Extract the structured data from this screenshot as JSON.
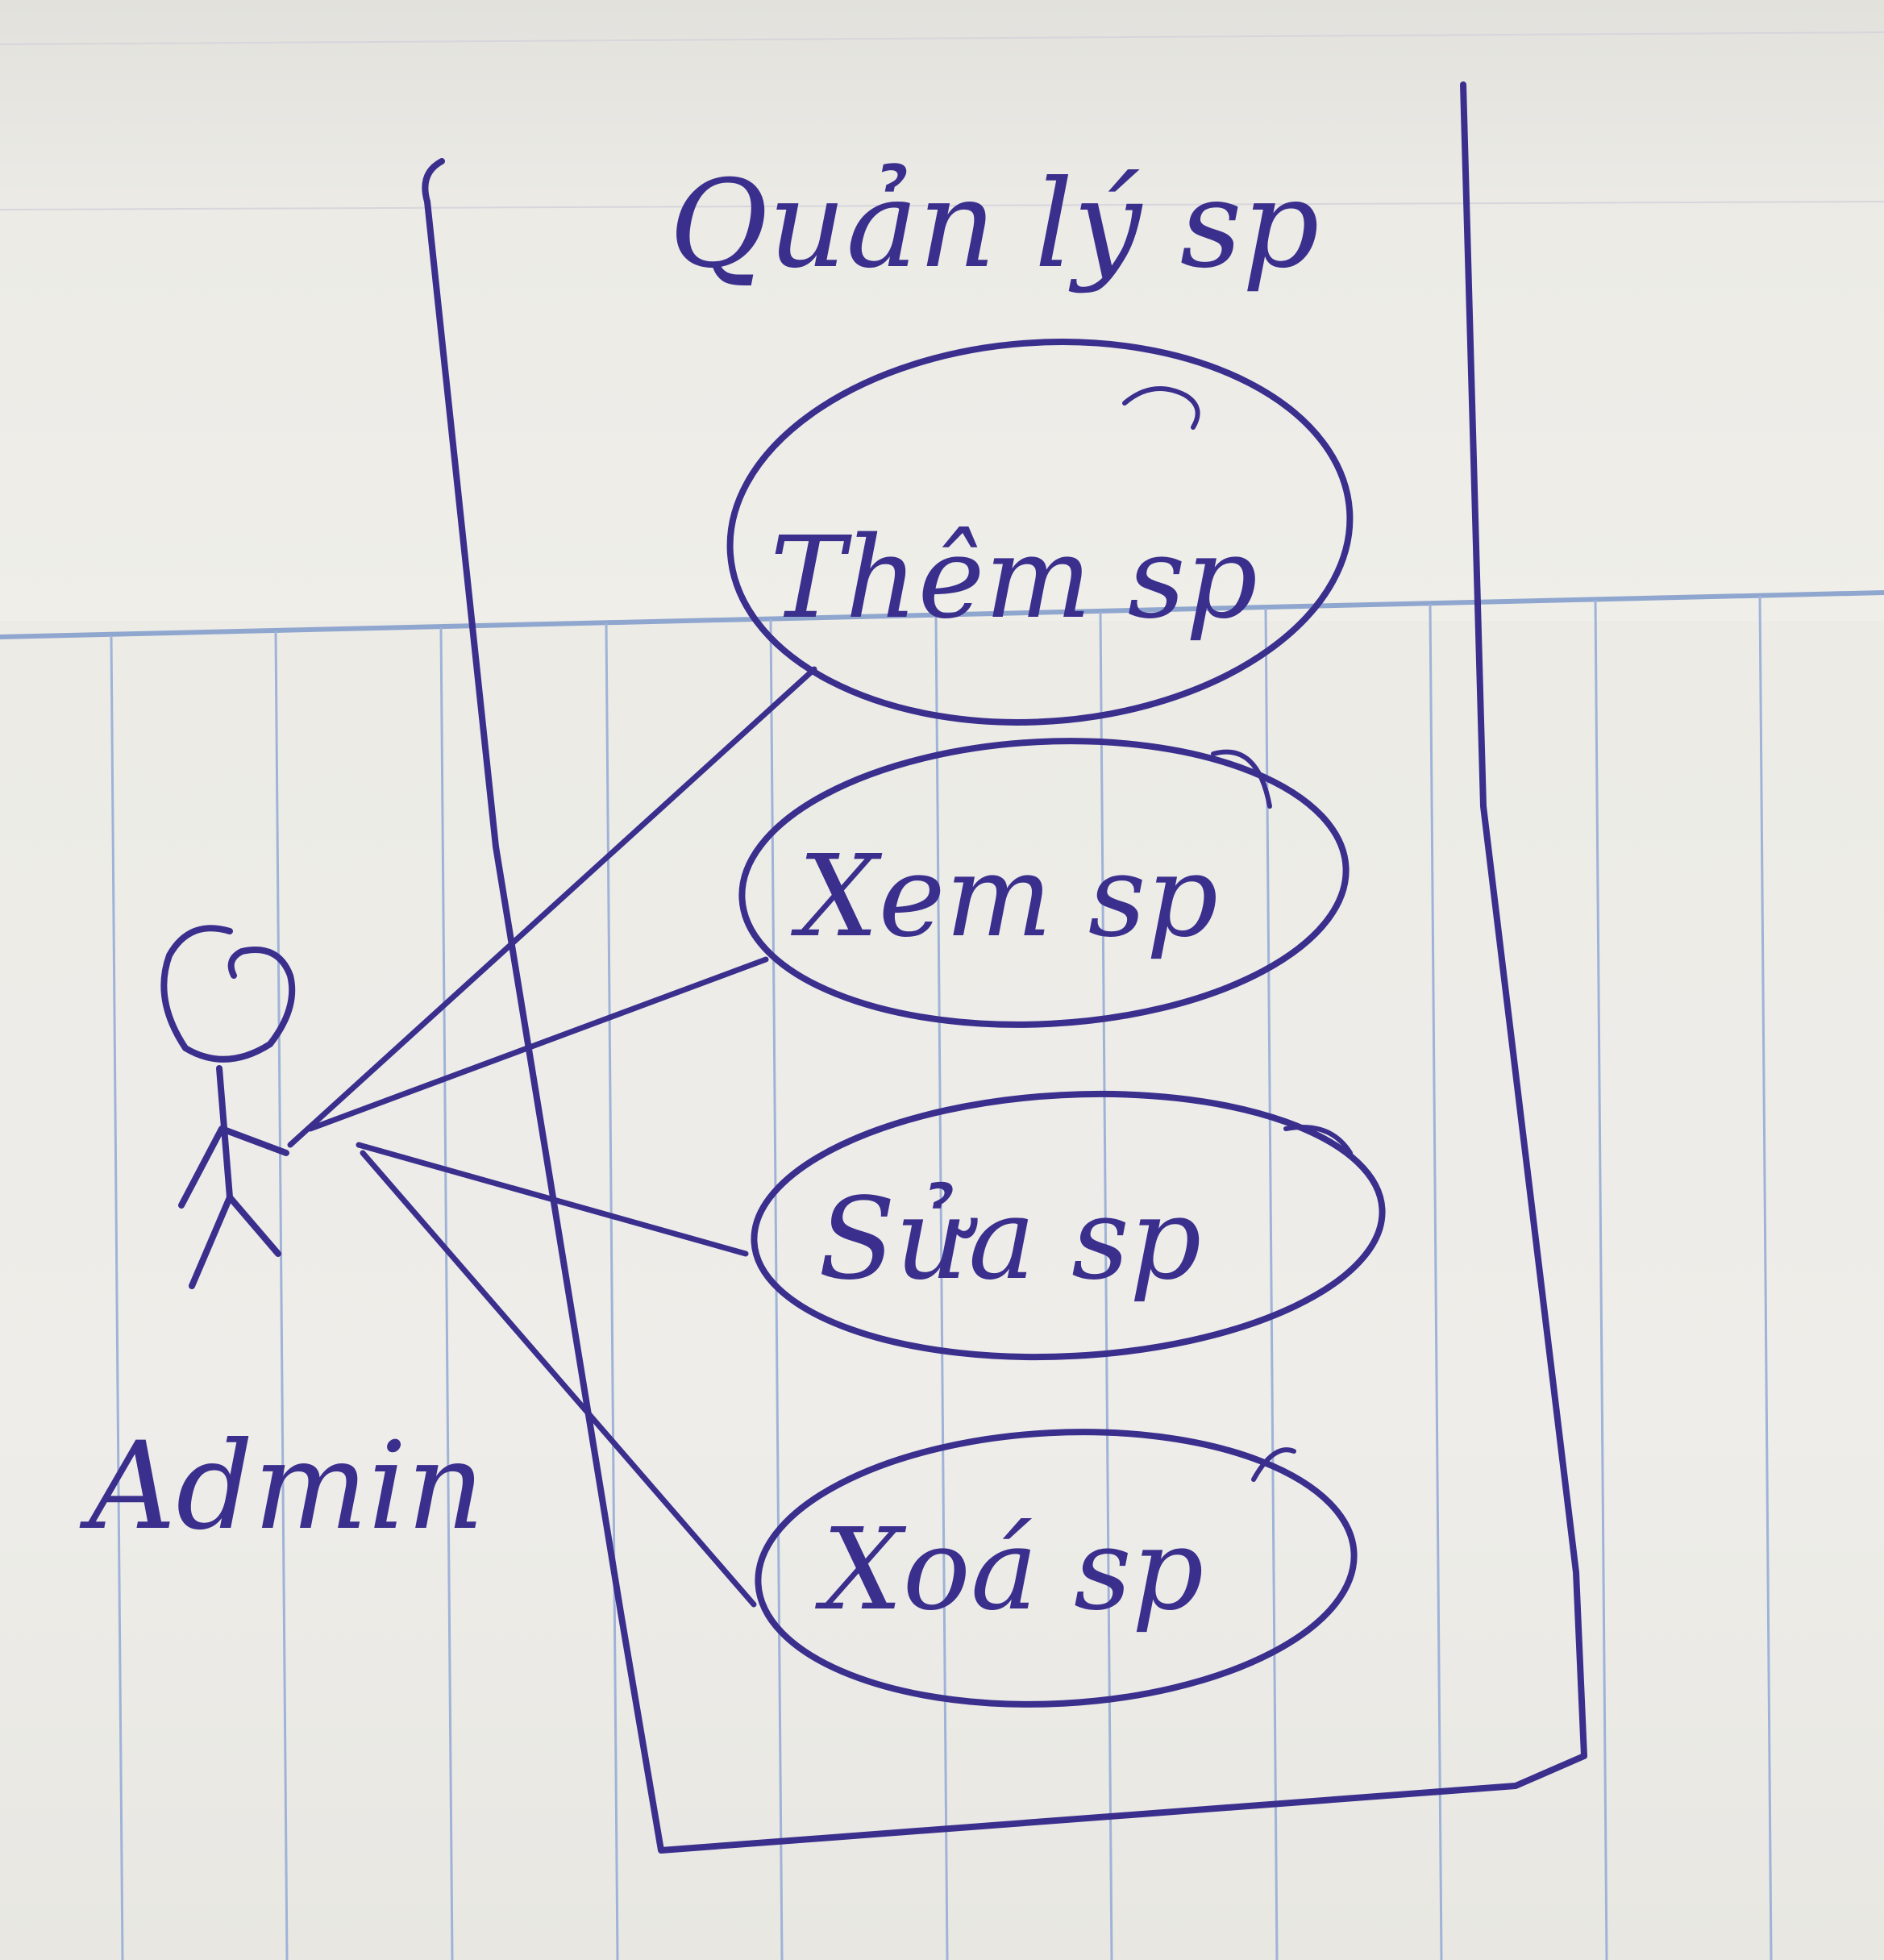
{
  "diagram": {
    "system_title": "Quản lý sp",
    "actor_label": "Admin",
    "use_cases": [
      {
        "label": "Thêm sp"
      },
      {
        "label": "Xem sp"
      },
      {
        "label": "Sửa sp"
      },
      {
        "label": "Xoá sp"
      }
    ],
    "ink_color": "#3b2f8e",
    "paper_color": "#eeede8",
    "rule_color": "#8fa6cf"
  }
}
